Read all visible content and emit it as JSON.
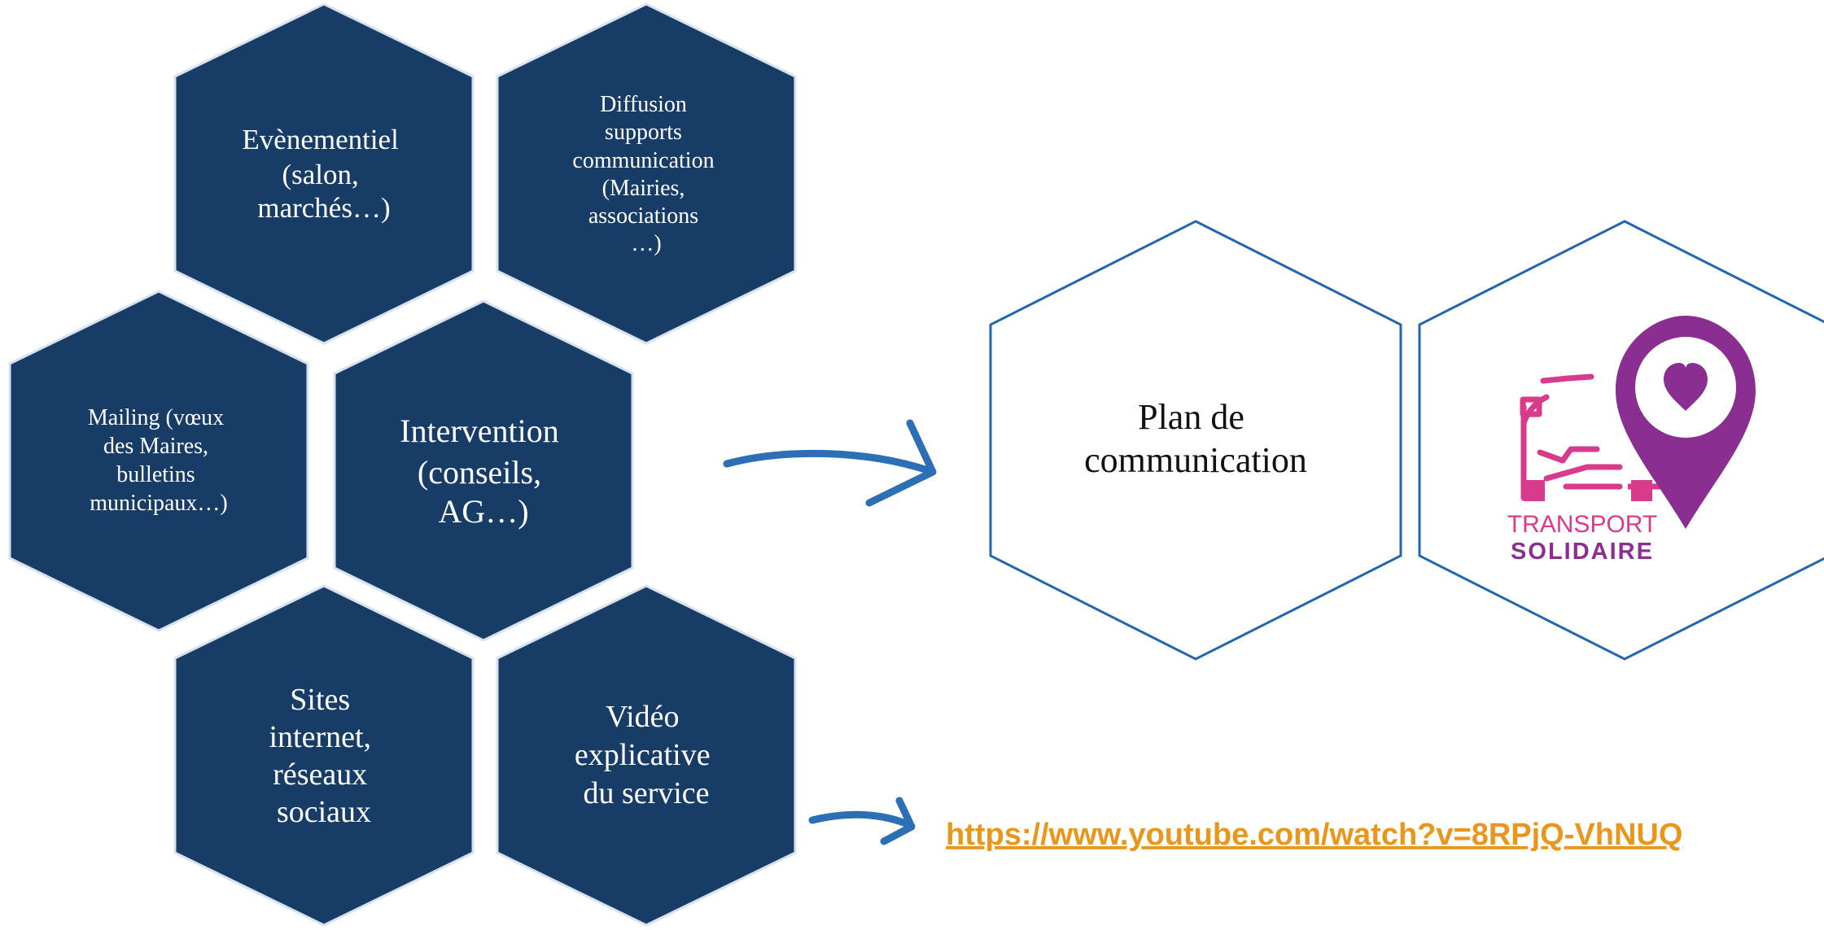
{
  "hexagons": [
    {
      "id": "evenementiel",
      "lines": [
        "Evènementiel",
        "(salon,",
        "marchés…)"
      ]
    },
    {
      "id": "diffusion",
      "lines": [
        "Diffusion",
        "supports",
        "communication",
        "(Mairies,",
        "associations",
        "…)"
      ]
    },
    {
      "id": "mailing",
      "lines": [
        "Mailing (vœux",
        "des Maires,",
        "bulletins",
        "municipaux…)"
      ]
    },
    {
      "id": "intervention",
      "lines": [
        "Intervention",
        "(conseils,",
        "AG…)"
      ]
    },
    {
      "id": "sites",
      "lines": [
        "Sites",
        "internet,",
        "réseaux",
        "sociaux"
      ]
    },
    {
      "id": "video",
      "lines": [
        "Vidéo",
        "explicative",
        "du service"
      ]
    }
  ],
  "plan": {
    "lines": [
      "Plan de",
      "communication"
    ]
  },
  "logo": {
    "line1": "TRANSPORT",
    "line2": "SOLIDAIRE",
    "icon": "car-location-heart-icon"
  },
  "link": {
    "text": "https://www.youtube.com/watch?v=8RPjQ-VhNUQ"
  },
  "colors": {
    "hex_fill": "#173d67",
    "hex_outline": "#2466ad",
    "arrow": "#2d6fb5",
    "link": "#e8961c",
    "logo_pink": "#d93b8c",
    "logo_purple": "#8a2f91"
  }
}
